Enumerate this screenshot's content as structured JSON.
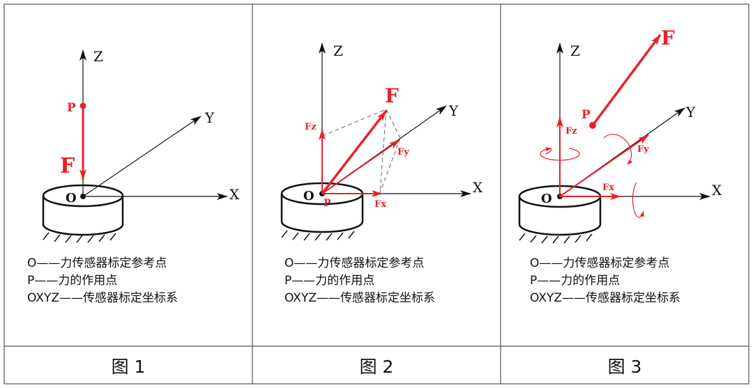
{
  "panels": [
    {
      "axes": {
        "z": "Z",
        "y": "Y",
        "x": "X",
        "origin": "O"
      },
      "labels": {
        "p": "P",
        "f": "F"
      },
      "legend": [
        "O——力传感器标定参考点",
        "P——力的作用点",
        "OXYZ——传感器标定坐标系"
      ],
      "caption": "图 1"
    },
    {
      "axes": {
        "z": "Z",
        "y": "Y",
        "x": "X",
        "origin": "O"
      },
      "labels": {
        "p": "P",
        "f": "F",
        "fx": "Fx",
        "fy": "Fy",
        "fz": "Fz"
      },
      "legend": [
        "O——力传感器标定参考点",
        "P——力的作用点",
        "OXYZ——传感器标定坐标系"
      ],
      "caption": "图 2"
    },
    {
      "axes": {
        "z": "Z",
        "y": "Y",
        "x": "X",
        "origin": "O"
      },
      "labels": {
        "p": "P",
        "f": "F",
        "fx": "Fx",
        "fy": "Fy",
        "fz": "Fz"
      },
      "legend": [
        "O——力传感器标定参考点",
        "P——力的作用点",
        "OXYZ——传感器标定坐标系"
      ],
      "caption": "图 3"
    }
  ],
  "colors": {
    "force": "#e8212b",
    "axis": "#111111",
    "border": "#555555",
    "dashed": "#666666"
  }
}
